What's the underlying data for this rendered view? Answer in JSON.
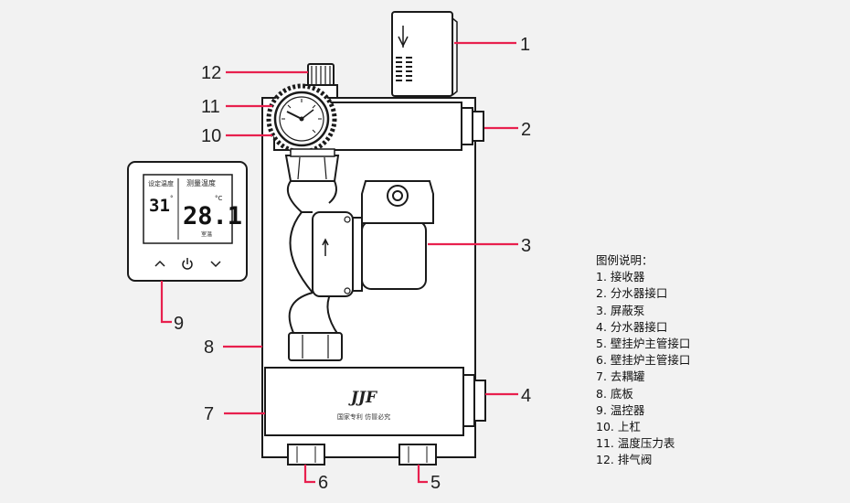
{
  "callouts": [
    "1",
    "2",
    "3",
    "4",
    "5",
    "6",
    "7",
    "8",
    "9",
    "10",
    "11",
    "12"
  ],
  "thermostat": {
    "set_label": "设定温度",
    "set_value": "31",
    "set_unit": "°",
    "measure_label": "测量温度",
    "measure_value": "28.1",
    "measure_unit": "°C",
    "room_label": "室温"
  },
  "plate": {
    "brand_mark": "JJF",
    "patent_text": "国家专利  仿冒必究"
  },
  "legend": {
    "title": "图例说明：",
    "items": [
      "1. 接收器",
      "2. 分水器接口",
      "3. 屏蔽泵",
      "4. 分水器接口",
      "5. 壁挂炉主管接口",
      "6. 壁挂炉主管接口",
      "7. 去耦罐",
      "8. 底板",
      "9. 温控器",
      "10. 上杠",
      "11. 温度压力表",
      "12. 排气阀"
    ]
  },
  "colors": {
    "callout_line": "#e8204e",
    "outline": "#1a1a1a",
    "background": "#f2f2f2"
  }
}
